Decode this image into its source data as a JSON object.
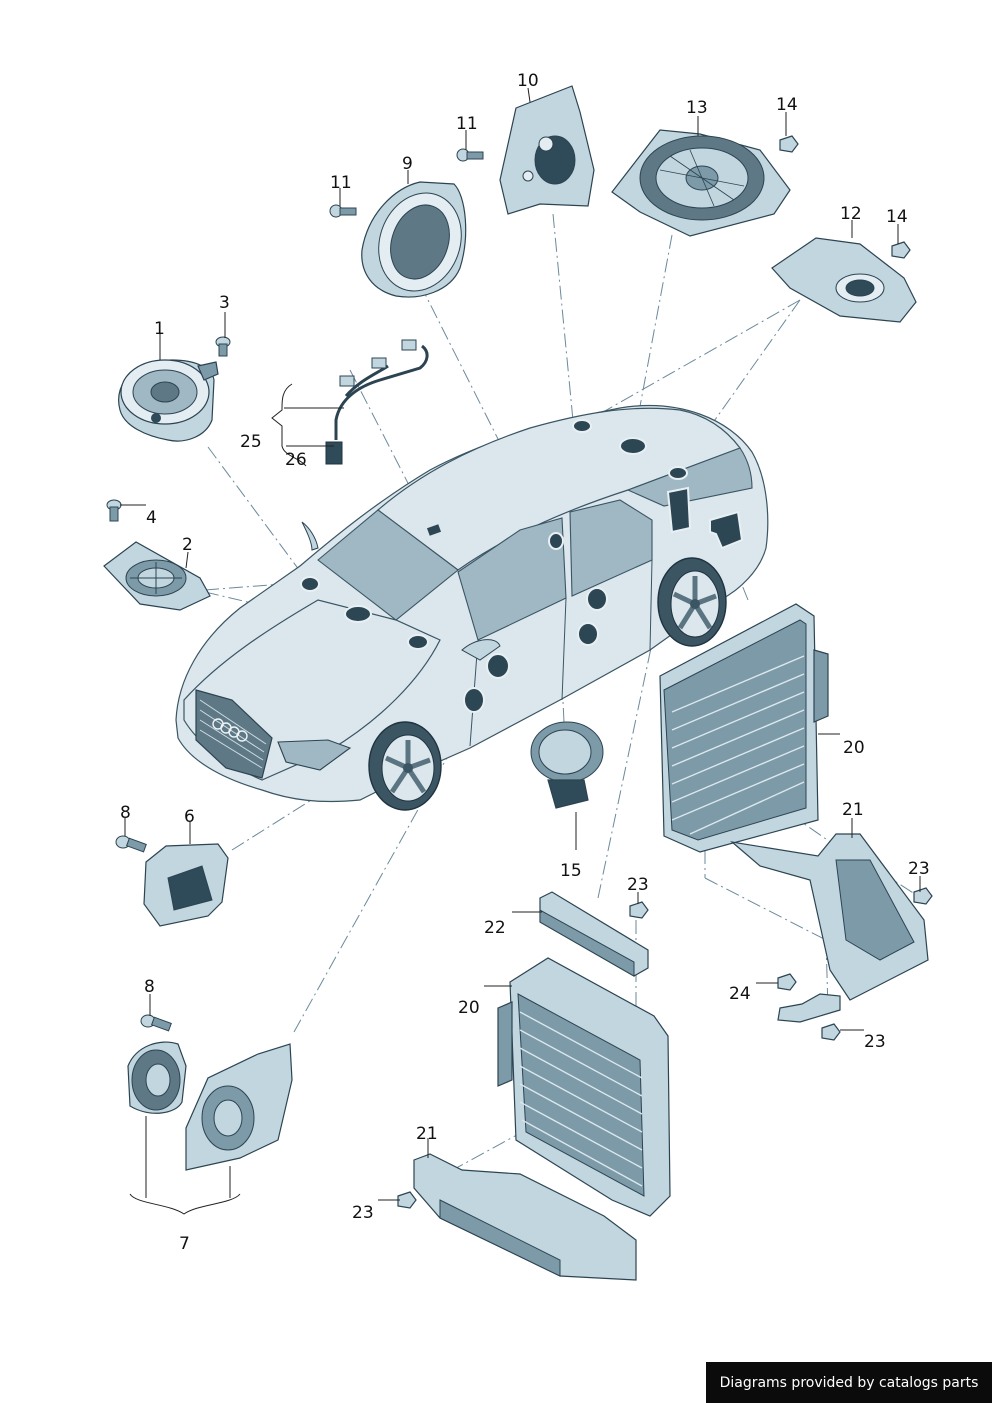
{
  "credit": "Diagrams provided by catalogs parts",
  "callouts": {
    "c1": "1",
    "c2": "2",
    "c3": "3",
    "c4": "4",
    "c6": "6",
    "c7": "7",
    "c8a": "8",
    "c8b": "8",
    "c9": "9",
    "c10": "10",
    "c11a": "11",
    "c11b": "11",
    "c12": "12",
    "c13": "13",
    "c14a": "14",
    "c14b": "14",
    "c15": "15",
    "c20a": "20",
    "c20b": "20",
    "c21a": "21",
    "c21b": "21",
    "c22": "22",
    "c23a": "23",
    "c23b": "23",
    "c23c": "23",
    "c23d": "23",
    "c24": "24",
    "c25": "25",
    "c26": "26"
  }
}
